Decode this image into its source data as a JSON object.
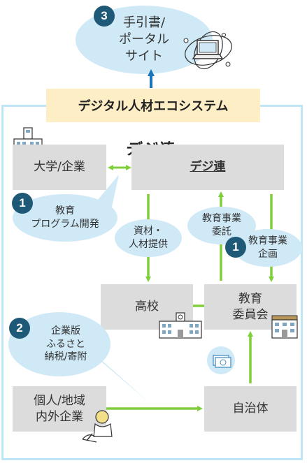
{
  "top_node": {
    "number": "3",
    "label_lines": [
      "手引書/",
      "ポータル",
      "サイト"
    ]
  },
  "banner": {
    "title": "デジタル人材エコシステム"
  },
  "logo": {
    "text": "デジ連"
  },
  "nodes": {
    "university": "大学/企業",
    "digiren": "デジ連",
    "high_school": "高校",
    "board_of_education": {
      "lines": [
        "教育",
        "委員会"
      ]
    },
    "individuals": {
      "lines": [
        "個人/地域",
        "内外企業"
      ]
    },
    "municipality": "自治体"
  },
  "bubbles": {
    "education_program": {
      "number": "1",
      "lines": [
        "教育",
        "プログラム開発"
      ]
    },
    "materials": {
      "lines": [
        "資材・",
        "人材提供"
      ]
    },
    "commission": {
      "lines": [
        "教育事業",
        "委託"
      ]
    },
    "planning": {
      "number": "1",
      "lines": [
        "教育事業",
        "企画"
      ]
    },
    "furusato": {
      "number": "2",
      "lines": [
        "企業版",
        "ふるさと",
        "納税/寄附"
      ]
    }
  },
  "icons": [
    "laptop-globe-icon",
    "university-building-icon",
    "school-building-icon",
    "office-building-icon",
    "money-icon",
    "person-writing-icon"
  ],
  "colors": {
    "arrow_green": "#7fcf3c",
    "arrow_blue": "#1a74b8",
    "frame": "#bfe6f7",
    "banner": "#fdeec5",
    "box": "#dcdcdc",
    "bubble": "#cfe9f7",
    "badge": "#1e5978"
  }
}
